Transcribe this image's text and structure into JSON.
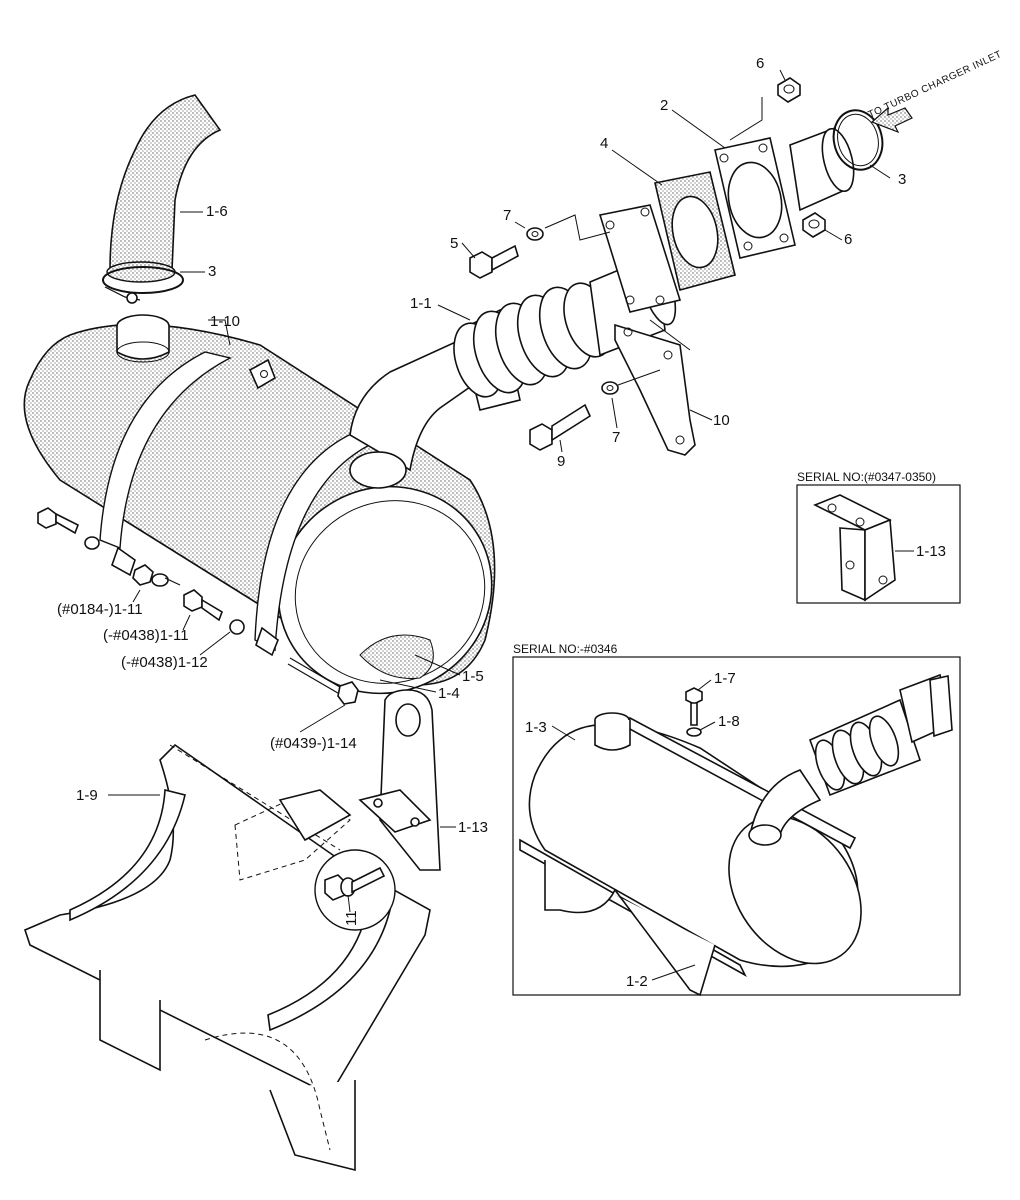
{
  "colors": {
    "line": "#111111",
    "background": "#ffffff",
    "texture": "#9a9a9a"
  },
  "inlet_label": "TO TURBO CHARGER INLET",
  "insets": {
    "serial_a": "SERIAL NO:(#0347-0350)",
    "serial_b": "SERIAL NO:-#0346"
  },
  "labels": {
    "p1_6": "1-6",
    "p3_clamp": "3",
    "p1_10": "1-10",
    "p6_top": "6",
    "p2": "2",
    "p3_ring": "3",
    "p4": "4",
    "p7_top": "7",
    "p5": "5",
    "p6_right": "6",
    "p1_1": "1-1",
    "p10": "10",
    "p7_bottom": "7",
    "p9": "9",
    "p1_13_inset": "1-13",
    "p1_11_a": "(#0184-)1-11",
    "p1_11_b": "(-#0438)1-11",
    "p1_12": "(-#0438)1-12",
    "p1_5": "1-5",
    "p1_4": "1-4",
    "p1_14": "(#0439-)1-14",
    "p1_9": "1-9",
    "p1_13": "1-13",
    "p11": "11",
    "p1_7": "1-7",
    "p1_8": "1-8",
    "p1_3": "1-3",
    "p1_2": "1-2"
  }
}
